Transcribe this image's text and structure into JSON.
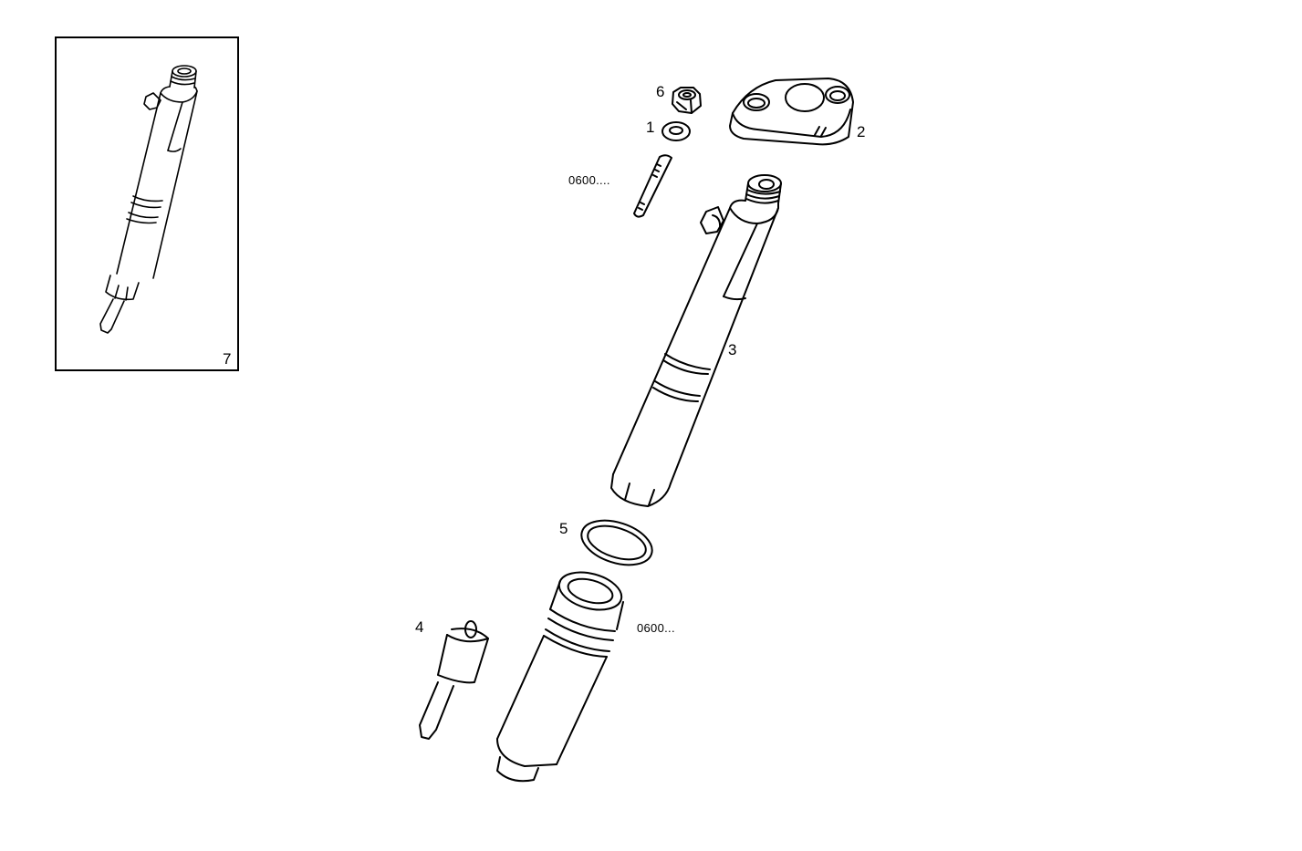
{
  "diagram": {
    "type": "exploded-parts-view",
    "subject": "fuel injector assembly",
    "background": "#ffffff",
    "line_color": "#000000",
    "inset": {
      "label": "7",
      "description": "assembled injector"
    },
    "callouts": [
      {
        "id": "1",
        "label": "1",
        "part": "washer"
      },
      {
        "id": "2",
        "label": "2",
        "part": "clamp flange"
      },
      {
        "id": "3",
        "label": "3",
        "part": "injector holder body"
      },
      {
        "id": "4",
        "label": "4",
        "part": "nozzle"
      },
      {
        "id": "5",
        "label": "5",
        "part": "sealing ring"
      },
      {
        "id": "6",
        "label": "6",
        "part": "nut"
      },
      {
        "id": "stud",
        "label": "0600....",
        "part": "stud"
      },
      {
        "id": "sleeve",
        "label": "0600...",
        "part": "nozzle retaining sleeve"
      }
    ]
  }
}
